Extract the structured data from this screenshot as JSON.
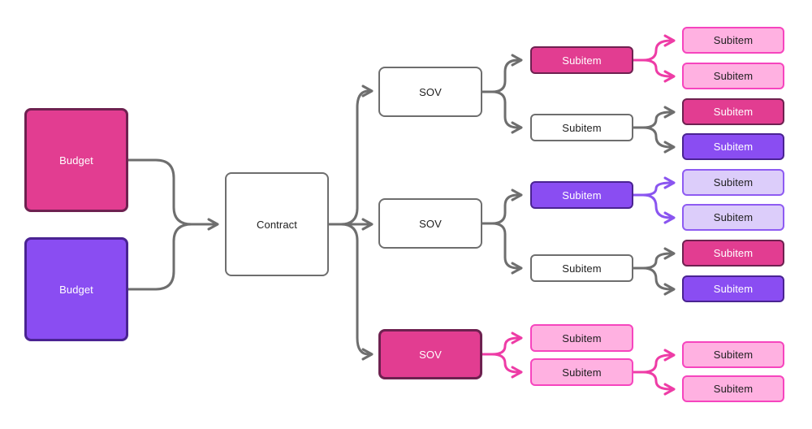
{
  "diagram": {
    "description": "Budget to Contract to SOV to Subitem hierarchy flowchart",
    "palette": {
      "pink_fill": "#E23D91",
      "pink_border": "#6E2150",
      "purple_fill": "#8A4DF2",
      "purple_border": "#4A2392",
      "light_pink_fill": "#FFB1E1",
      "light_pink_border": "#F645BE",
      "lavender_fill": "#DCCDFA",
      "lavender_border": "#8E5BF2",
      "white_fill": "#FFFFFF",
      "gray_stroke": "#6E6E6E",
      "arrow_pink": "#EE3CA6",
      "arrow_purple": "#8A55F0",
      "text_dark": "#1E1E1E",
      "text_light": "#FFFFFF"
    },
    "nodes": [
      {
        "id": "budget-1",
        "label": "Budget",
        "variant": "pink-solid"
      },
      {
        "id": "budget-2",
        "label": "Budget",
        "variant": "purple-solid"
      },
      {
        "id": "contract",
        "label": "Contract",
        "variant": "white-outline"
      },
      {
        "id": "sov-1",
        "label": "SOV",
        "variant": "white-outline"
      },
      {
        "id": "sov-2",
        "label": "SOV",
        "variant": "white-outline"
      },
      {
        "id": "sov-3",
        "label": "SOV",
        "variant": "pink-solid"
      },
      {
        "id": "subitem-1",
        "label": "Subitem",
        "variant": "pink-solid"
      },
      {
        "id": "subitem-2",
        "label": "Subitem",
        "variant": "white-outline"
      },
      {
        "id": "subitem-3",
        "label": "Subitem",
        "variant": "purple-solid"
      },
      {
        "id": "subitem-4",
        "label": "Subitem",
        "variant": "white-outline"
      },
      {
        "id": "subitem-5",
        "label": "Subitem",
        "variant": "light-pink"
      },
      {
        "id": "subitem-6",
        "label": "Subitem",
        "variant": "light-pink"
      },
      {
        "id": "subitem-1-1",
        "label": "Subitem",
        "variant": "light-pink"
      },
      {
        "id": "subitem-1-2",
        "label": "Subitem",
        "variant": "light-pink"
      },
      {
        "id": "subitem-2-1",
        "label": "Subitem",
        "variant": "pink-solid"
      },
      {
        "id": "subitem-2-2",
        "label": "Subitem",
        "variant": "purple-solid"
      },
      {
        "id": "subitem-3-1",
        "label": "Subitem",
        "variant": "lavender"
      },
      {
        "id": "subitem-3-2",
        "label": "Subitem",
        "variant": "lavender"
      },
      {
        "id": "subitem-4-1",
        "label": "Subitem",
        "variant": "pink-solid"
      },
      {
        "id": "subitem-4-2",
        "label": "Subitem",
        "variant": "purple-solid"
      },
      {
        "id": "subitem-6-1",
        "label": "Subitem",
        "variant": "light-pink"
      },
      {
        "id": "subitem-6-2",
        "label": "Subitem",
        "variant": "light-pink"
      }
    ],
    "edges": [
      {
        "from": "budget-1",
        "to": "contract",
        "color": "gray"
      },
      {
        "from": "budget-2",
        "to": "contract",
        "color": "gray"
      },
      {
        "from": "contract",
        "to": "sov-1",
        "color": "gray"
      },
      {
        "from": "contract",
        "to": "sov-2",
        "color": "gray"
      },
      {
        "from": "contract",
        "to": "sov-3",
        "color": "gray"
      },
      {
        "from": "sov-1",
        "to": "subitem-1",
        "color": "gray"
      },
      {
        "from": "sov-1",
        "to": "subitem-2",
        "color": "gray"
      },
      {
        "from": "sov-2",
        "to": "subitem-3",
        "color": "gray"
      },
      {
        "from": "sov-2",
        "to": "subitem-4",
        "color": "gray"
      },
      {
        "from": "sov-3",
        "to": "subitem-5",
        "color": "pink"
      },
      {
        "from": "sov-3",
        "to": "subitem-6",
        "color": "pink"
      },
      {
        "from": "subitem-1",
        "to": "subitem-1-1",
        "color": "pink"
      },
      {
        "from": "subitem-1",
        "to": "subitem-1-2",
        "color": "pink"
      },
      {
        "from": "subitem-2",
        "to": "subitem-2-1",
        "color": "gray"
      },
      {
        "from": "subitem-2",
        "to": "subitem-2-2",
        "color": "gray"
      },
      {
        "from": "subitem-3",
        "to": "subitem-3-1",
        "color": "purple"
      },
      {
        "from": "subitem-3",
        "to": "subitem-3-2",
        "color": "purple"
      },
      {
        "from": "subitem-4",
        "to": "subitem-4-1",
        "color": "gray"
      },
      {
        "from": "subitem-4",
        "to": "subitem-4-2",
        "color": "gray"
      },
      {
        "from": "subitem-6",
        "to": "subitem-6-1",
        "color": "pink"
      },
      {
        "from": "subitem-6",
        "to": "subitem-6-2",
        "color": "pink"
      }
    ]
  }
}
